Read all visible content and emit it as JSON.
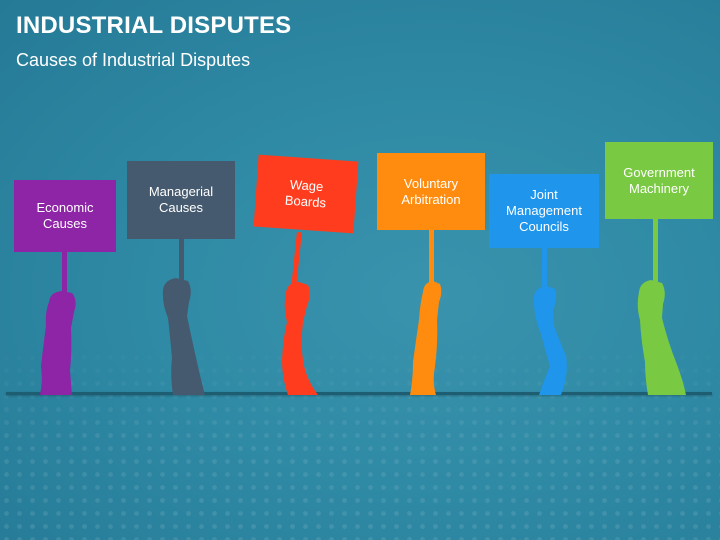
{
  "header": {
    "title": "INDUSTRIAL DISPUTES",
    "subtitle": "Causes of Industrial Disputes"
  },
  "placards": [
    {
      "label": "Economic\nCauses",
      "color": "#8e24a6"
    },
    {
      "label": "Managerial\nCauses",
      "color": "#455a6f"
    },
    {
      "label": "Wage\nBoards",
      "color": "#ff3d1e"
    },
    {
      "label": "Voluntary\nArbitration",
      "color": "#ff8c0f"
    },
    {
      "label": "Joint\nManagement\nCouncils",
      "color": "#1f95ec"
    },
    {
      "label": "Government\nMachinery",
      "color": "#7ac943"
    }
  ],
  "colors": {
    "background": "#2f8aa5",
    "ground_line": "#1d5e72"
  }
}
